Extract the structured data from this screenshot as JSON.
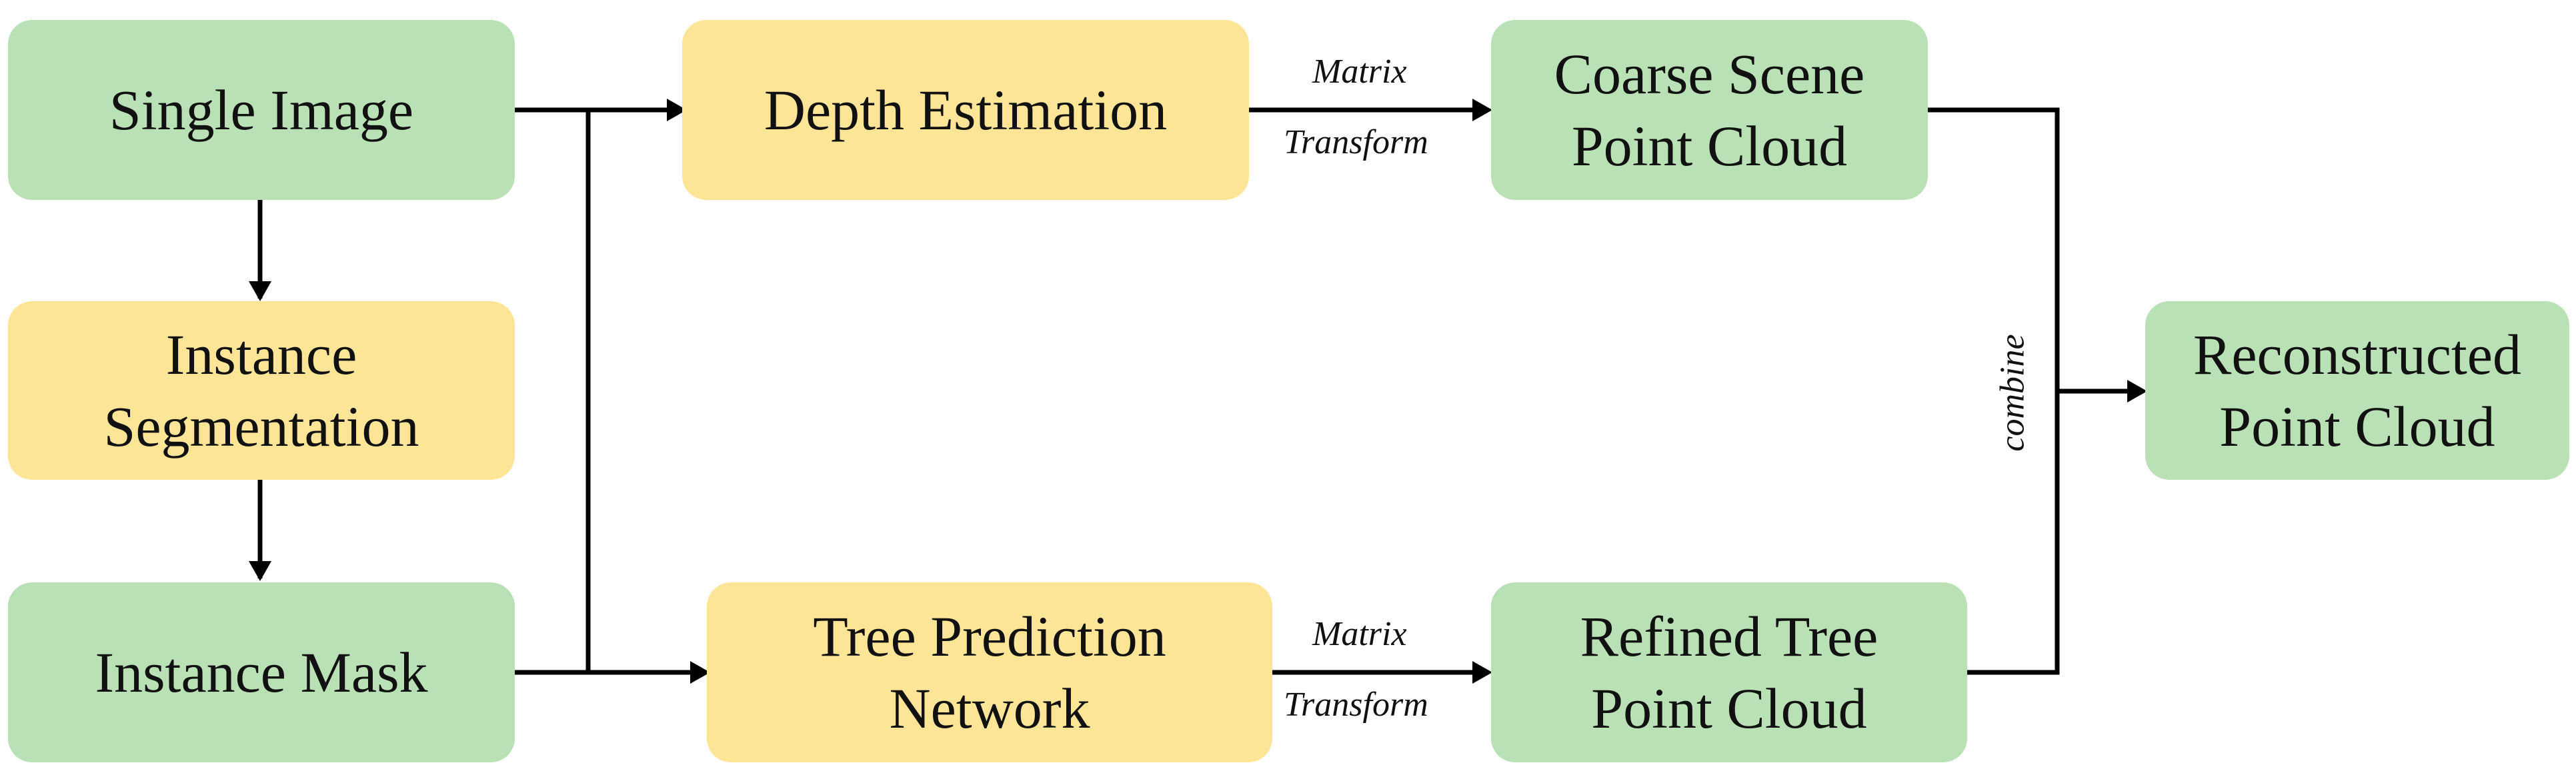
{
  "colors": {
    "data_node": "#b9e1b5",
    "process_node": "#fde597",
    "line": "#000000"
  },
  "nodes": {
    "single_image": "Single Image",
    "instance_segmentation": "Instance\nSegmentation",
    "instance_mask": "Instance Mask",
    "depth_estimation": "Depth Estimation",
    "tree_prediction_network": "Tree Prediction\nNetwork",
    "coarse_scene_point_cloud": "Coarse Scene\nPoint Cloud",
    "refined_tree_point_cloud": "Refined Tree\nPoint Cloud",
    "reconstructed_point_cloud": "Reconstructed\nPoint Cloud"
  },
  "edge_labels": {
    "top_matrix": "Matrix",
    "top_transform": "Transform",
    "bottom_matrix": "Matrix",
    "bottom_transform": "Transform",
    "combine": "combine"
  }
}
